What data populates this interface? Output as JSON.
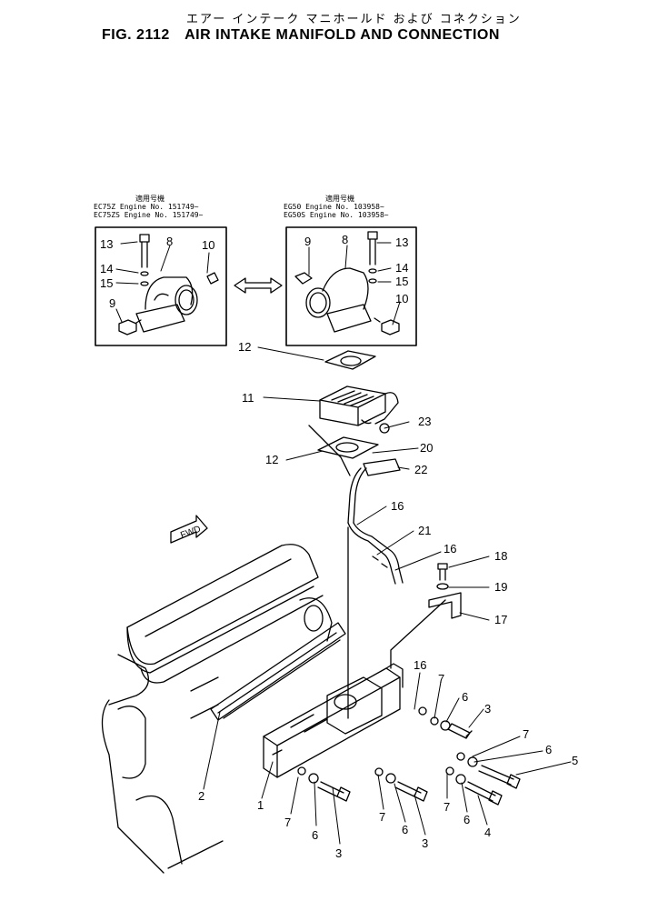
{
  "header": {
    "japanese_title": "エアー インテーク マニホールド および コネクション",
    "figure_number": "FIG. 2112",
    "title": "AIR INTAKE MANIFOLD AND CONNECTION"
  },
  "applicability": {
    "left": {
      "heading": "適用号機",
      "rows": [
        {
          "model": "EC75Z",
          "engine": "Engine No. 151749~"
        },
        {
          "model": "EC75ZS",
          "engine": "Engine No. 151749~"
        }
      ]
    },
    "right": {
      "heading": "適用号機",
      "rows": [
        {
          "model": "EG50",
          "engine": "Engine No. 103958~"
        },
        {
          "model": "EG50S",
          "engine": "Engine No. 103958~"
        }
      ]
    }
  },
  "fwd_label": "FWD",
  "callouts": [
    {
      "text": "13"
    },
    {
      "text": "8"
    },
    {
      "text": "10"
    },
    {
      "text": "14"
    },
    {
      "text": "15"
    },
    {
      "text": "9"
    },
    {
      "text": "9"
    },
    {
      "text": "8"
    },
    {
      "text": "13"
    },
    {
      "text": "14"
    },
    {
      "text": "15"
    },
    {
      "text": "10"
    },
    {
      "text": "12"
    },
    {
      "text": "11"
    },
    {
      "text": "23"
    },
    {
      "text": "12"
    },
    {
      "text": "20"
    },
    {
      "text": "22"
    },
    {
      "text": "16"
    },
    {
      "text": "21"
    },
    {
      "text": "16"
    },
    {
      "text": "18"
    },
    {
      "text": "19"
    },
    {
      "text": "17"
    },
    {
      "text": "16"
    },
    {
      "text": "7"
    },
    {
      "text": "6"
    },
    {
      "text": "3"
    },
    {
      "text": "7"
    },
    {
      "text": "6"
    },
    {
      "text": "5"
    },
    {
      "text": "2"
    },
    {
      "text": "1"
    },
    {
      "text": "7"
    },
    {
      "text": "6"
    },
    {
      "text": "3"
    },
    {
      "text": "7"
    },
    {
      "text": "6"
    },
    {
      "text": "3"
    },
    {
      "text": "7"
    },
    {
      "text": "6"
    },
    {
      "text": "4"
    }
  ]
}
